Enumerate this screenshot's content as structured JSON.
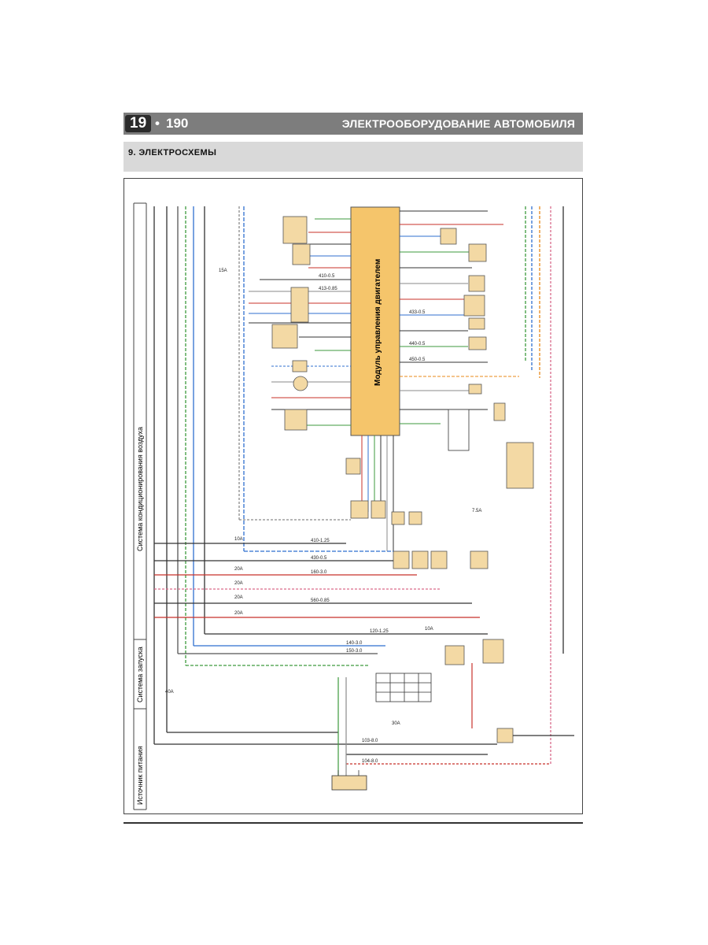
{
  "header": {
    "chapter_number": "19",
    "page_number": "190",
    "chapter_title": "ЭЛЕКТРООБОРУДОВАНИЕ АВТОМОБИЛЯ"
  },
  "section": {
    "title": "9.  ЭЛЕКТРОСХЕМЫ"
  },
  "diagram": {
    "system_labels": {
      "air_conditioning": "Система кондиционирования воздуха",
      "starting": "Система запуска",
      "power_source": "Источник питания"
    },
    "ecu_label": "Модуль управления двигателем",
    "fuses": [
      "15A",
      "10A",
      "20A",
      "20A",
      "20A",
      "20A",
      "40A",
      "30A",
      "7.5A",
      "10A"
    ],
    "wire_labels": [
      "410-1.25",
      "430-0.5",
      "160-3.0",
      "560-0.85",
      "120-1.25",
      "150-3.0",
      "140-3.0",
      "103-8.0",
      "104-8.0",
      "410-0.5",
      "413-0.85",
      "440-0.5",
      "433-0.5",
      "450-0.5"
    ],
    "colors": {
      "orange": "#e8891a",
      "green": "#3d9a3d",
      "blue": "#2f6fcf",
      "red": "#c8322a",
      "pink": "#d96a8a",
      "gray": "#8a8a8a",
      "ecu_fill": "#f5c56b",
      "component_fill": "#f3d9a4"
    }
  }
}
